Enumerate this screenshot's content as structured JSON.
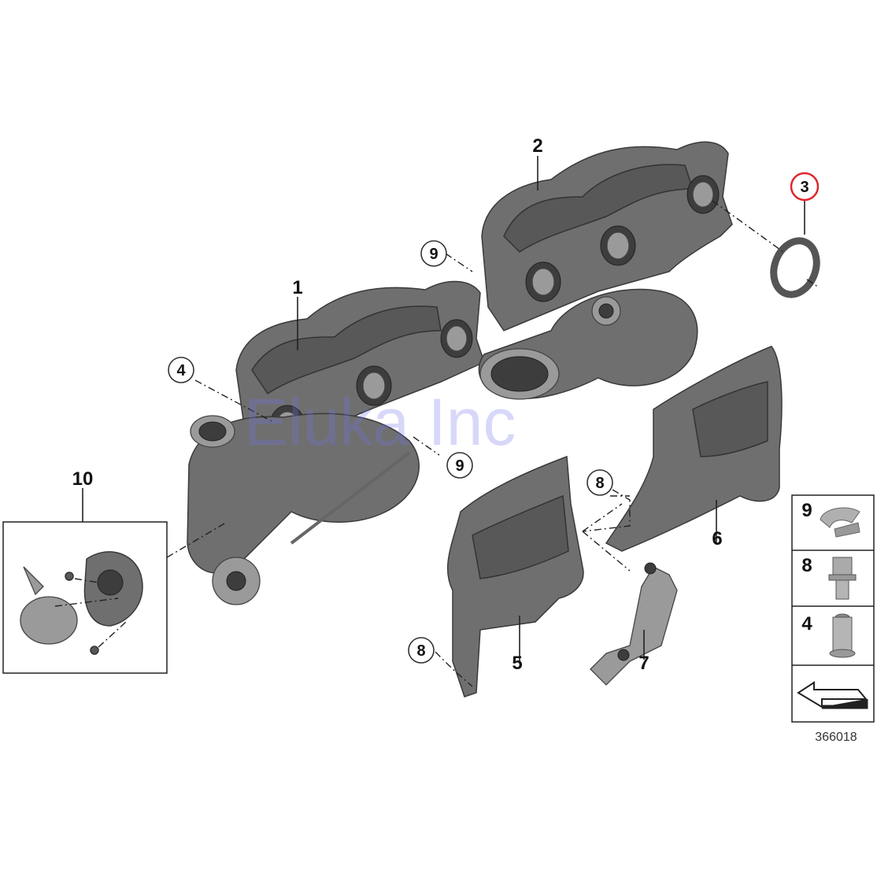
{
  "watermark": "Eluka Inc",
  "callouts": {
    "c1": "1",
    "c2": "2",
    "c3": "3",
    "c4": "4",
    "c5": "5",
    "c6": "6",
    "c7": "7",
    "c8a": "8",
    "c8b": "8",
    "c9a": "9",
    "c9b": "9",
    "c10": "10"
  },
  "legend": {
    "row1": "9",
    "row2": "8",
    "row3": "4"
  },
  "diagram_id": "366018",
  "colors": {
    "highlight_ring": "#e0262b",
    "part_gray": "#6f6f6f",
    "line": "#222222"
  }
}
